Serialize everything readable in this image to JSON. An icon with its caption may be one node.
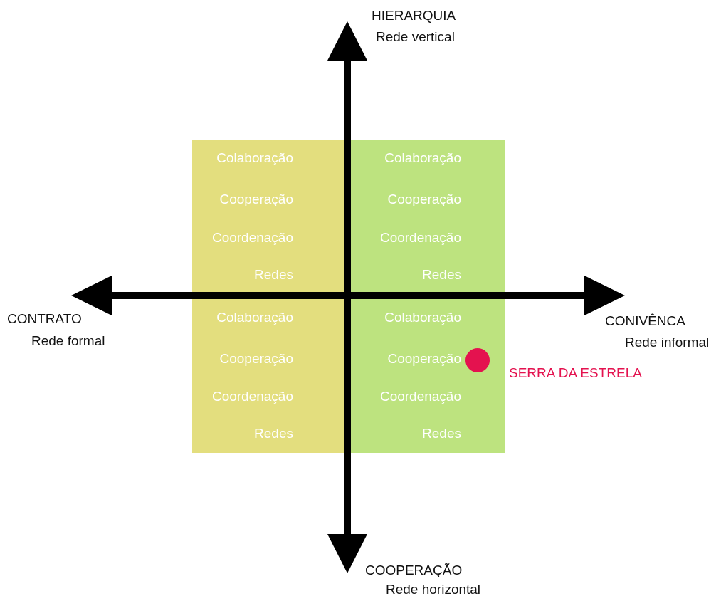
{
  "diagram": {
    "nodes": [
      {
        "text": [
          "Colaboração",
          "Cooperação",
          "Coordenação",
          "Redes",
          "Colaboração",
          "Cooperação",
          "Coordenação",
          "Redes"
        ]
      },
      {
        "text": [
          "Colaboração",
          "Cooperação",
          "Coordenação",
          "Redes",
          "Colaboração",
          "Cooperação",
          "Coordenação",
          "Redes"
        ]
      },
      {
        "text": [],
        "shape": "circle",
        "beside": [
          "SERRA DA ESTRELA"
        ],
        "in": 1
      }
    ],
    "edges": [],
    "labels": [
      "HIERARQUIA",
      "Rede vertical",
      "CONTRATO",
      "Rede formal",
      "CONIVÊNCA",
      "Rede informal",
      "COOPERAÇÃO",
      "Rede horizontal"
    ]
  }
}
